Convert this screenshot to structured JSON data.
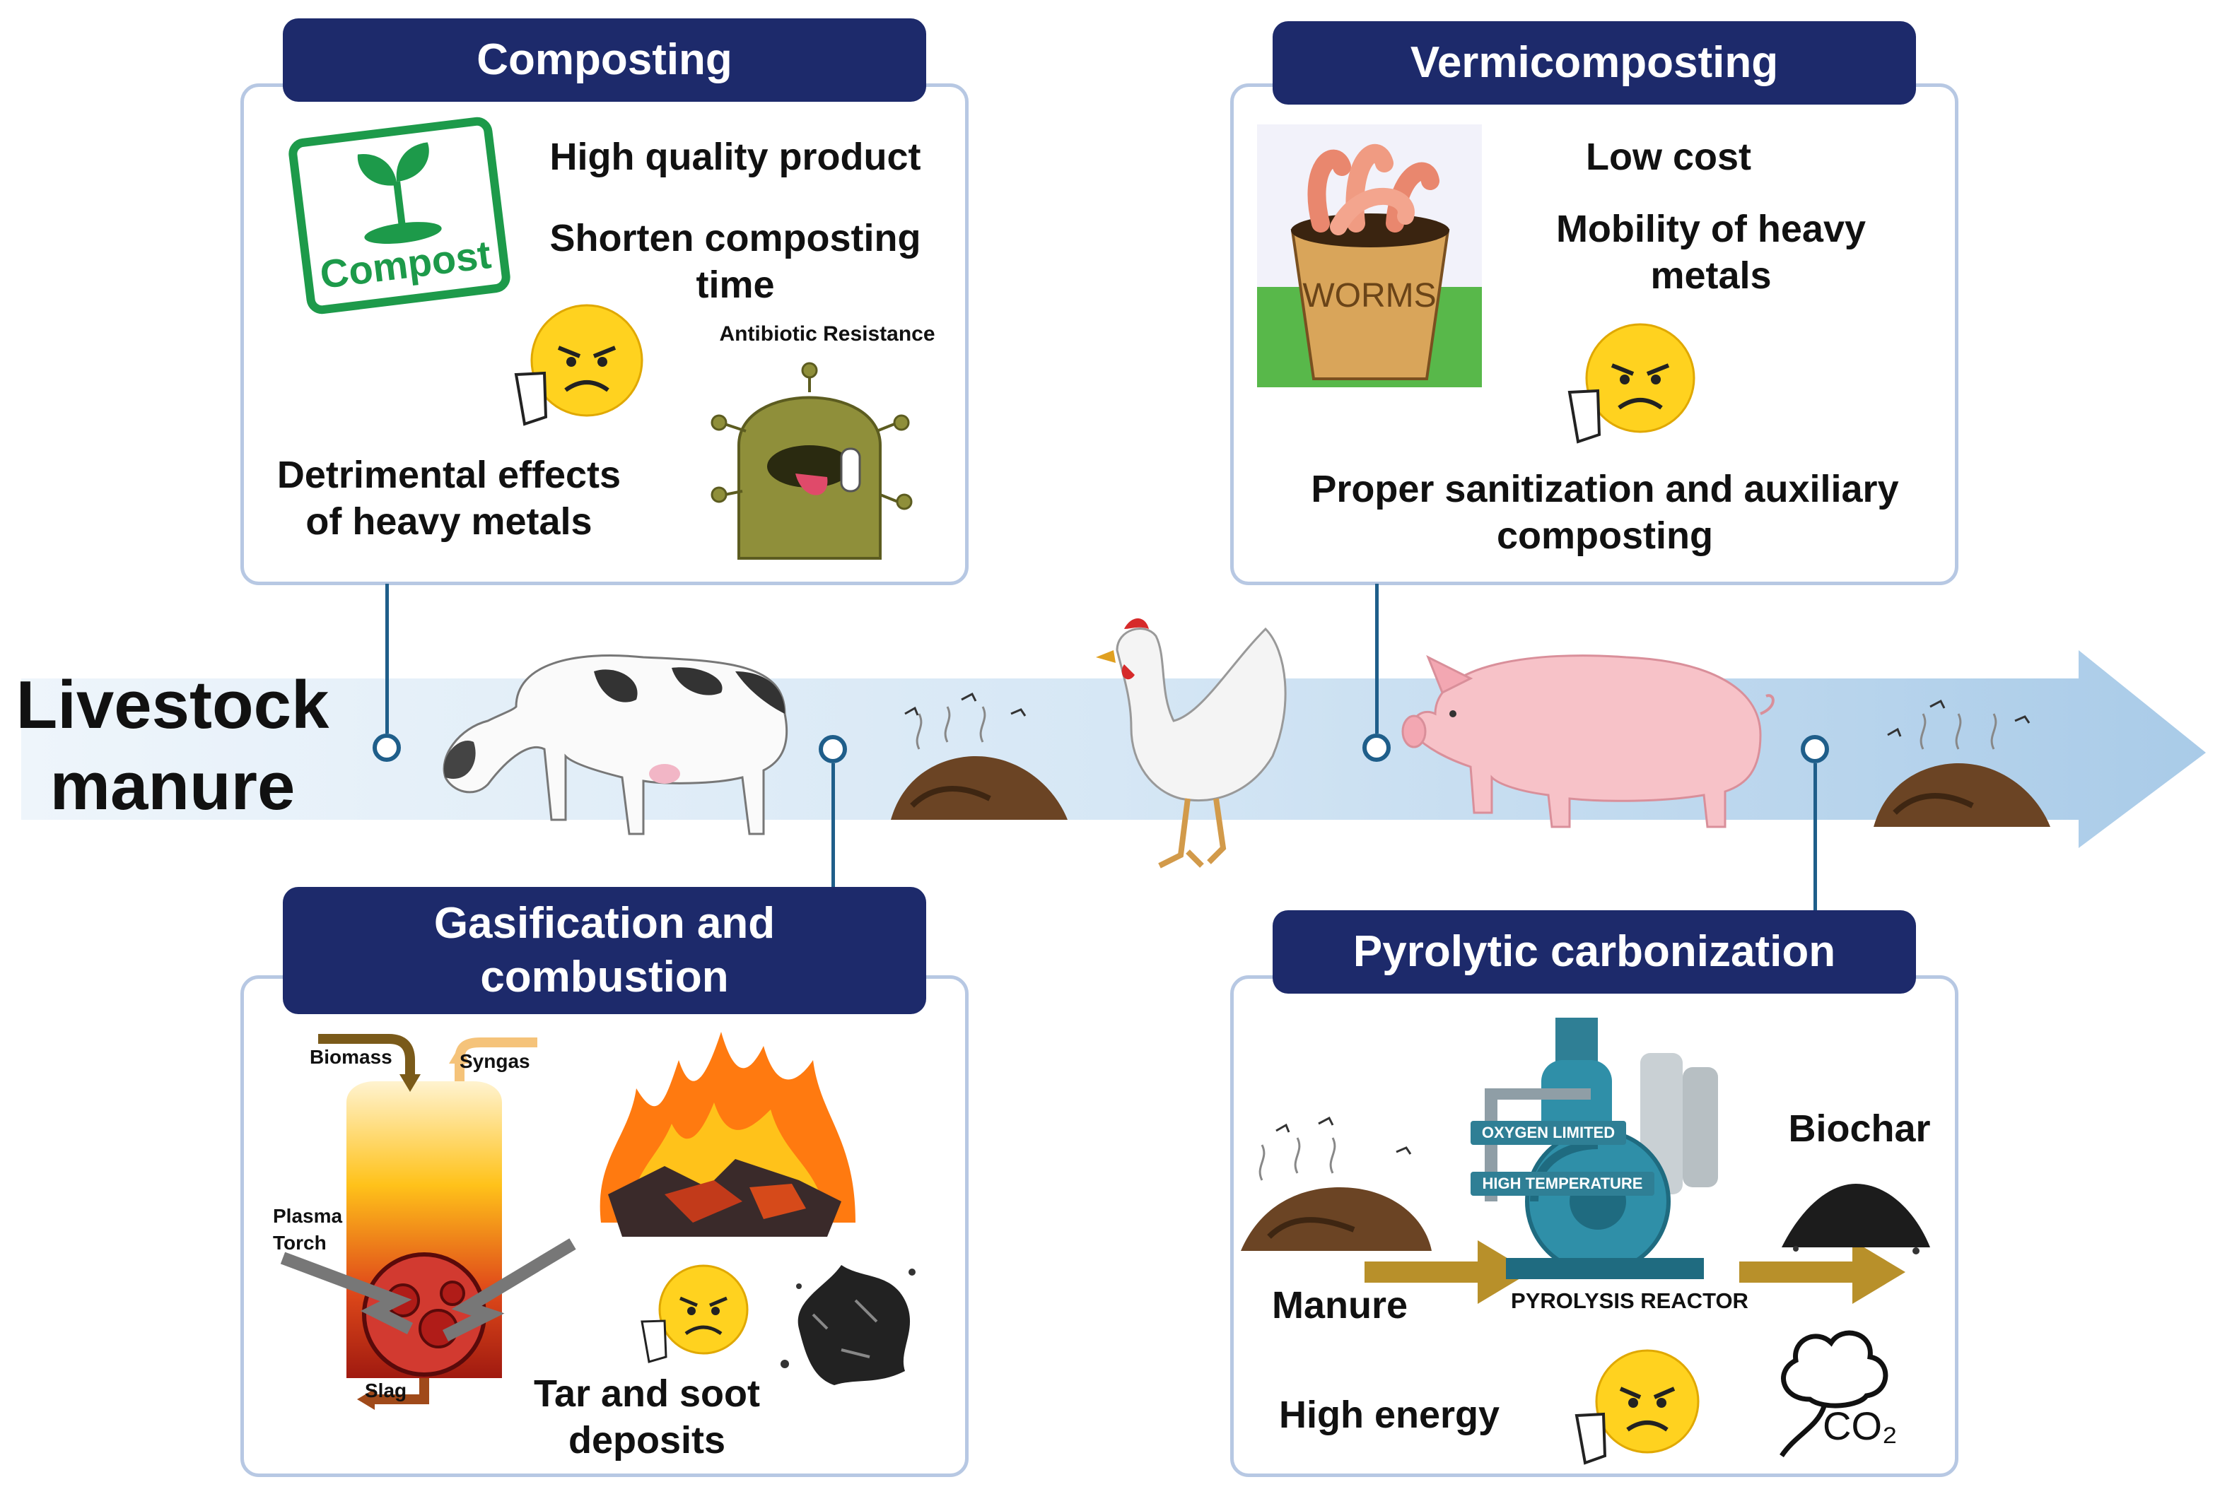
{
  "main_label": {
    "line1": "Livestock",
    "line2": "manure"
  },
  "composting": {
    "title": "Composting",
    "pro1": "High quality product",
    "pro2": "Shorten composting time",
    "con1": "Detrimental effects of heavy metals",
    "antibiotic_label": "Antibiotic Resistance",
    "compost_logo_text": "Compost"
  },
  "vermicomposting": {
    "title": "Vermicomposting",
    "pro1": "Low cost",
    "pro2": "Mobility of heavy metals",
    "con1": "Proper sanitization and auxiliary composting",
    "worms_label": "WORMS"
  },
  "gasification": {
    "title": "Gasification and combustion",
    "biomass": "Biomass",
    "syngas": "Syngas",
    "plasma": "Plasma Torch",
    "slag": "Slag",
    "con1": "Tar and soot deposits"
  },
  "pyrolytic": {
    "title": "Pyrolytic carbonization",
    "oxygen": "OXYGEN LIMITED",
    "temperature": "HIGH TEMPERATURE",
    "reactor": "PYROLYSIS REACTOR",
    "manure": "Manure",
    "biochar": "Biochar",
    "con1": "High energy",
    "co2": "CO₂"
  },
  "colors": {
    "banner": "#1d2a6b",
    "panel_border": "#b7c8e3",
    "arrow": "#cfe1f3",
    "connector": "#1f5e8a"
  }
}
